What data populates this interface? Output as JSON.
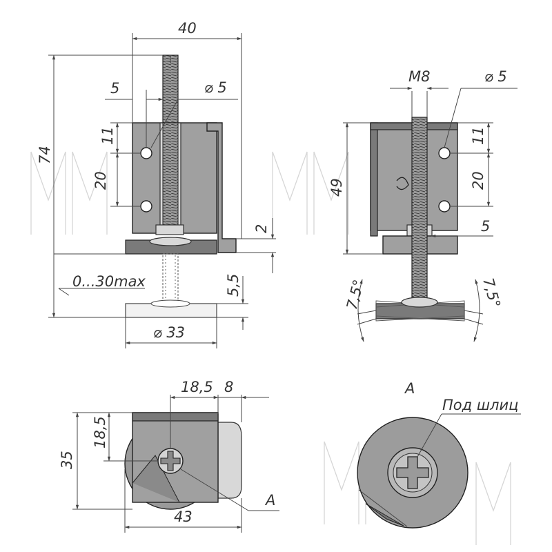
{
  "dimensions": {
    "front_width": "40",
    "front_offset": "5",
    "front_diameter": "⌀ 5",
    "front_hole_top": "11",
    "front_hole_spacing": "20",
    "front_total_height": "74",
    "front_plate_thickness": "2",
    "front_travel": "0...30max",
    "front_base_height": "5,5",
    "front_base_diameter": "⌀ 33",
    "side_thread": "M8",
    "side_diameter": "⌀ 5",
    "side_hole_top": "11",
    "side_hole_spacing": "20",
    "side_height": "49",
    "side_offset": "5",
    "tilt_left": "7,5°",
    "tilt_right": "7,5°",
    "top_center_x": "18,5",
    "top_overhang": "8",
    "top_center_y": "18,5",
    "top_height": "35",
    "top_width": "43",
    "view_marker_top": "A"
  },
  "detail": {
    "title": "A",
    "note": "Под шлиц"
  },
  "colors": {
    "metal": "#a0a0a0",
    "metal_dark": "#7a7a7a",
    "line": "#333333",
    "watermark": "#d6d6d6"
  }
}
